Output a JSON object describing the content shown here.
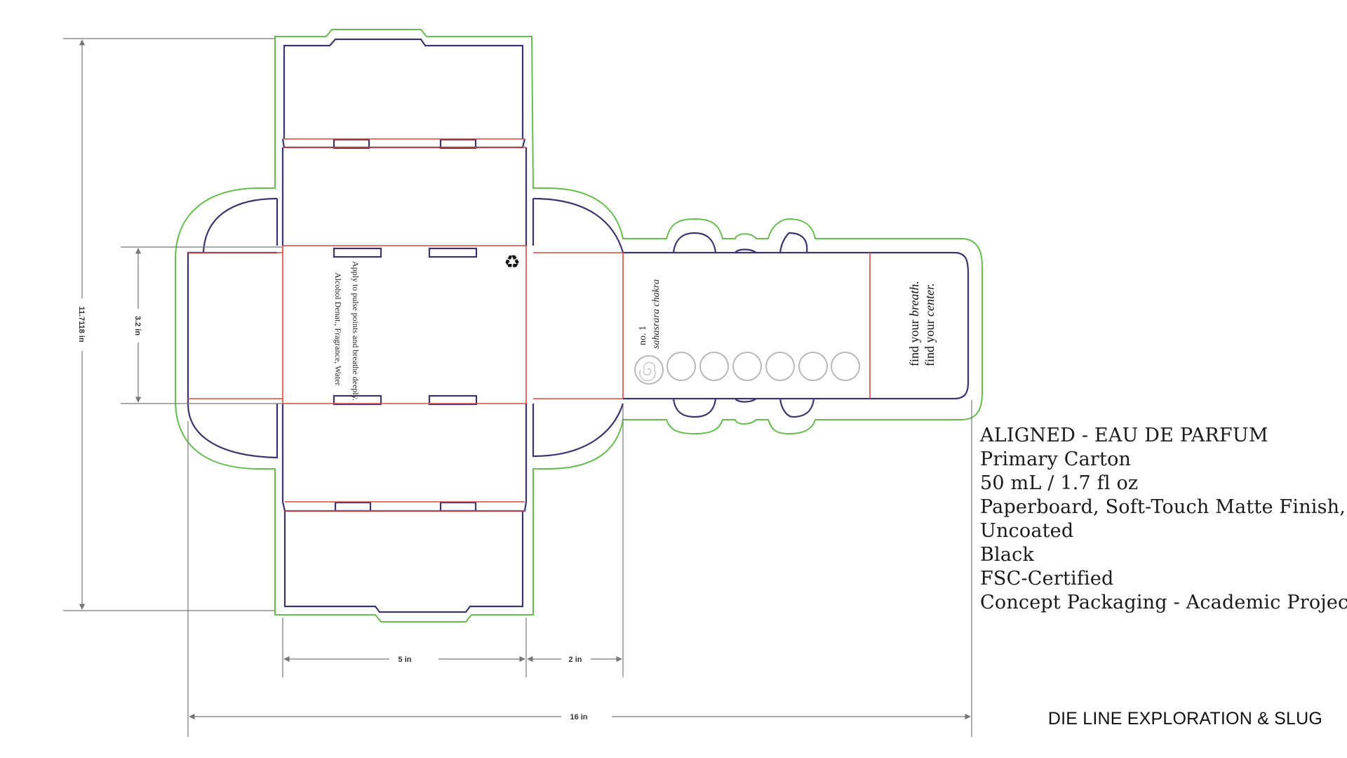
{
  "dimensions": {
    "height_total": "11.7118 in",
    "panel_height": "3.2 in",
    "panel_width": "5 in",
    "side_width": "2 in",
    "total_width": "16 in"
  },
  "carton": {
    "back_text_line1": "Apply to pulse points and breathe deeply.",
    "back_text_line2": "Alcohol Denat., Fragrance, Water",
    "recycle_symbol": "♻",
    "front_number": "no. 1",
    "front_name": "sahasrara chakra",
    "tagline_line1_prefix": "find your ",
    "tagline_line1_emph": "breath.",
    "tagline_line2_prefix": "find your ",
    "tagline_line2_emph": "center."
  },
  "slug": {
    "lines": [
      "ALIGNED - EAU DE PARFUM",
      "Primary Carton",
      "50 mL / 1.7 fl oz",
      "Paperboard, Soft-Touch Matte Finish,",
      "Uncoated",
      "Black",
      "FSC-Certified",
      "Concept Packaging - Academic Project"
    ]
  },
  "footer": {
    "title": "DIE LINE EXPLORATION & SLUG"
  },
  "colors": {
    "cut_line": "#3a3470",
    "fold_line": "#e0453a",
    "bleed_line": "#62c04a",
    "dimension_line": "#777777"
  }
}
